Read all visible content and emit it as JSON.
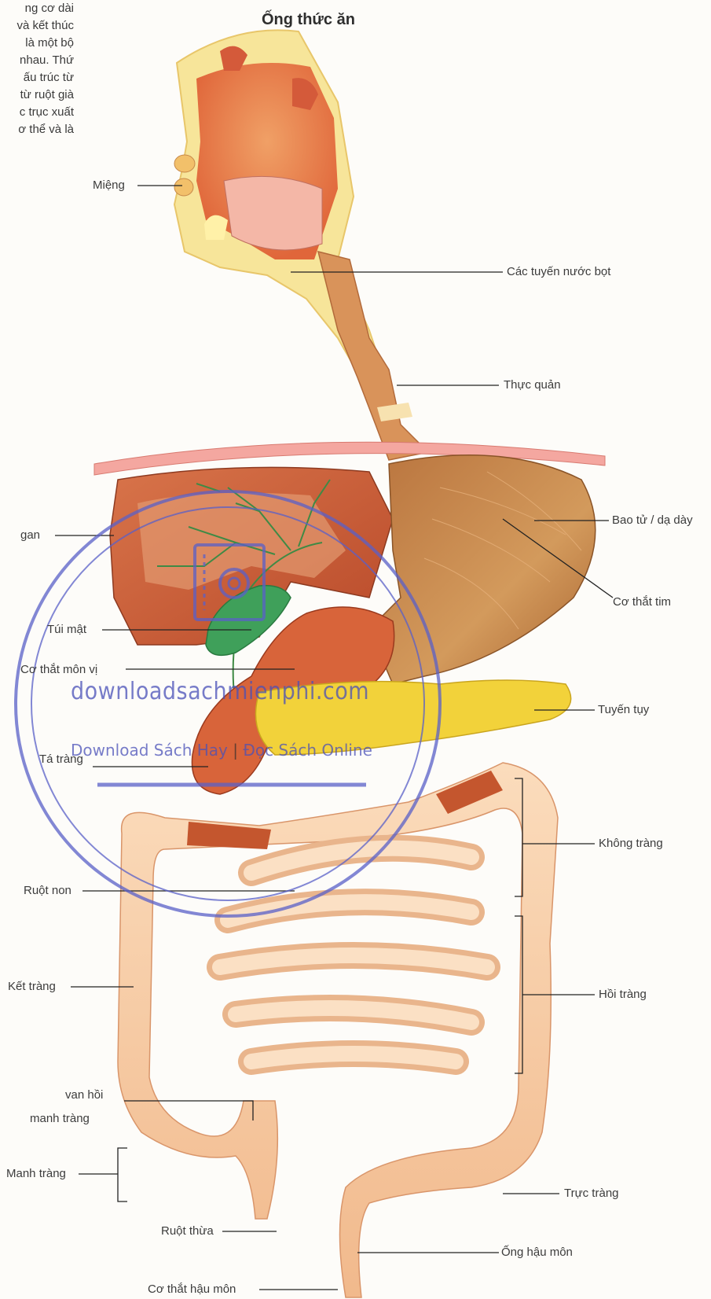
{
  "intro_lines": [
    "ng cơ dài",
    "và kết thúc",
    "là một bộ",
    "nhau. Thứ",
    "ấu trúc từ",
    "từ ruột già",
    "c trục xuất",
    "ơ thể và là"
  ],
  "title": "Ống thức ăn",
  "labels": {
    "mieng": "Miệng",
    "tuyen_nuoc_bot": "Các tuyến nước bọt",
    "thuc_quan": "Thực quản",
    "gan": "gan",
    "bao_tu": "Bao tử / dạ dày",
    "co_that_tim": "Cơ thắt tim",
    "tui_mat": "Túi mật",
    "co_that_mon_vi": "Cơ thắt môn vị",
    "tuyen_tuy": "Tuyến tụy",
    "ta_trang": "Tá tràng",
    "khong_trang": "Không tràng",
    "ruot_non": "Ruột non",
    "hoi_trang": "Hồi tràng",
    "ket_trang": "Kết tràng",
    "van_hoi": "van hồi",
    "manh_trang_2": "manh tràng",
    "manh_trang": "Manh tràng",
    "truc_trang": "Trực tràng",
    "ruot_thua": "Ruột thừa",
    "ong_hau_mon": "Ống hậu môn",
    "co_that_hau_mon": "Cơ thắt hậu môn"
  },
  "watermark": {
    "url": "downloadsachmienphi.com",
    "tagline_a": "Download Sách Hay",
    "tagline_sep": " | ",
    "tagline_b": "Đọc Sách Online"
  },
  "colors": {
    "watermark": "#5a60c8",
    "intestine": "#f8cfa8",
    "stomach": "#c98a4e",
    "liver": "#c4562e",
    "pancreas": "#f2d23a",
    "gallbladder": "#3fa05a"
  }
}
